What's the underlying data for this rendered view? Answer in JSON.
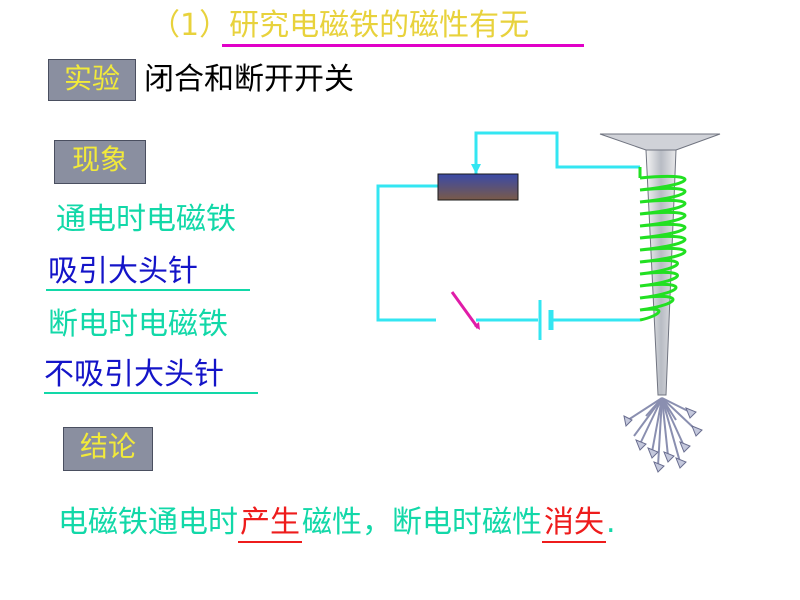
{
  "title": "（1）研究电磁铁的磁性有无",
  "experiment": {
    "tag": "实验",
    "text": "闭合和断开开关"
  },
  "phenomenon": {
    "tag": "现象",
    "powered_label": "通电时电磁铁",
    "powered_result": "吸引大头针",
    "unpowered_label": "断电时电磁铁",
    "unpowered_result": "不吸引大头针"
  },
  "conclusion": {
    "tag": "结论",
    "part1": "电磁铁通电时",
    "blank1": "产生",
    "part2": "磁性，断电时磁性",
    "blank2": "消失",
    "part3": "."
  },
  "colors": {
    "title": "#e8d23c",
    "title_rule": "#e100c8",
    "tag_bg": "#8a8fa0",
    "tag_text": "#f2ea3a",
    "green_text": "#12d8a8",
    "blue_text": "#1414c8",
    "answer_red": "#ee1c1c",
    "wire": "#33e6f2",
    "coil": "#22e022"
  }
}
